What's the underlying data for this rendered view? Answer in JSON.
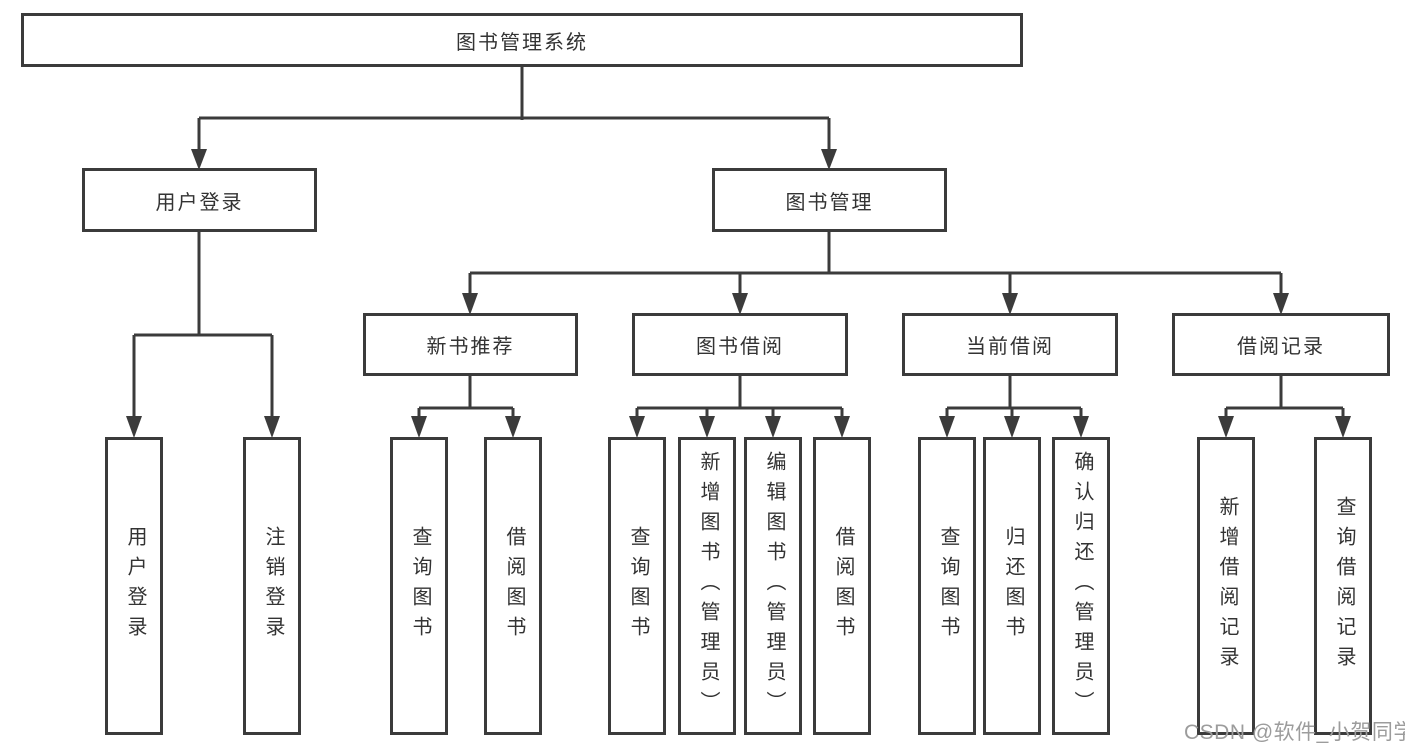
{
  "diagram": {
    "root": {
      "label": "图书管理系统"
    },
    "level2": [
      {
        "label": "用户登录"
      },
      {
        "label": "图书管理"
      }
    ],
    "level3": [
      {
        "label": "新书推荐"
      },
      {
        "label": "图书借阅"
      },
      {
        "label": "当前借阅"
      },
      {
        "label": "借阅记录"
      }
    ],
    "leaves": [
      "用户登录",
      "注销登录",
      "查询图书",
      "借阅图书",
      "查询图书",
      "新增图书（管理员）",
      "编辑图书（管理员）",
      "借阅图书",
      "查询图书",
      "归还图书",
      "确认归还（管理员）",
      "新增借阅记录",
      "查询借阅记录"
    ],
    "watermark": "CSDN @软件_小贺同学",
    "colors": {
      "line": "#3b3b3b",
      "text": "#333333",
      "watermark": "#9c9c9c",
      "background": "#ffffff"
    }
  }
}
